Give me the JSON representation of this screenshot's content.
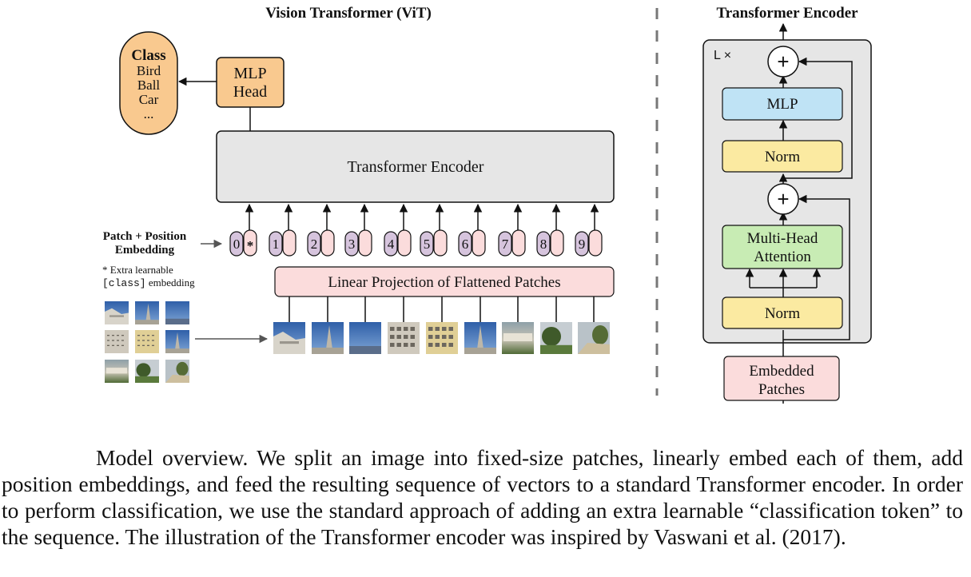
{
  "vit": {
    "title": "Vision Transformer (ViT)",
    "class_box": {
      "title": "Class",
      "items": [
        "Bird",
        "Ball",
        "Car",
        "..."
      ]
    },
    "mlp_head": [
      "MLP",
      "Head"
    ],
    "encoder_label": "Transformer Encoder",
    "patch_embedding_label": [
      "Patch + Position",
      "Embedding"
    ],
    "extra_note": "* Extra learnable",
    "extra_note_code": "[class]",
    "extra_note_suffix": " embedding",
    "tokens": [
      "0",
      "1",
      "2",
      "3",
      "4",
      "5",
      "6",
      "7",
      "8",
      "9"
    ],
    "class_token_marker": "*",
    "projection_label": "Linear Projection of Flattened Patches"
  },
  "encoder_detail": {
    "title": "Transformer Encoder",
    "repeat_label": "L ×",
    "plus_symbol": "+",
    "mlp": "MLP",
    "norm": "Norm",
    "attention": [
      "Multi-Head",
      "Attention"
    ],
    "input": [
      "Embedded",
      "Patches"
    ]
  },
  "colors": {
    "class_fill": "#f9c98f",
    "mlp_head_fill": "#f9c98f",
    "encoder_fill": "#e6e6e6",
    "token_position_fill": "#d6c4dd",
    "token_embed_fill": "#fbdcdc",
    "projection_fill": "#fbdcdc",
    "mlp_fill": "#bfe3f5",
    "norm_fill": "#fbeaa1",
    "attention_fill": "#c8ecb4",
    "input_fill": "#fbdcdc"
  },
  "caption": "Model overview. We split an image into fixed-size patches, linearly embed each of them, add position embeddings, and feed the resulting sequence of vectors to a standard Transformer encoder. In order to perform classification, we use the standard approach of adding an extra learnable “classification token” to the sequence. The illustration of the Transformer encoder was inspired by Vaswani et al. (2017)."
}
